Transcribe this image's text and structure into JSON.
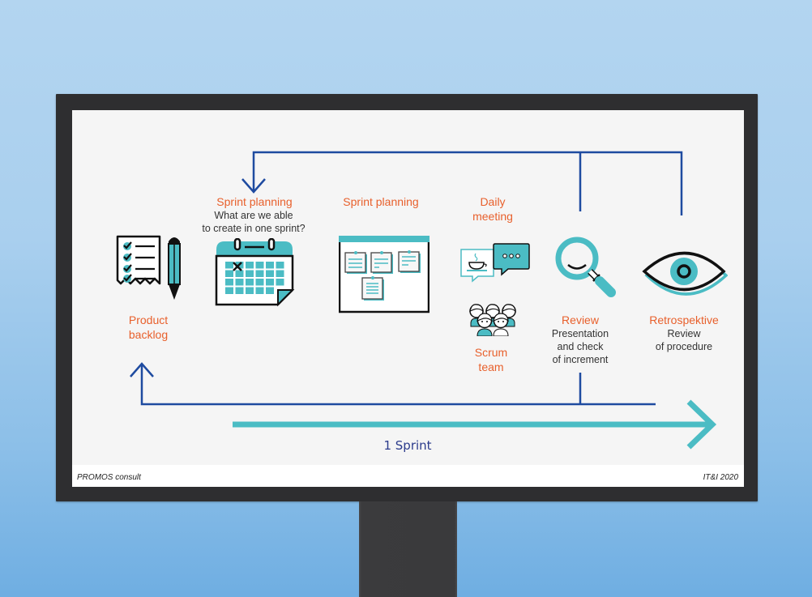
{
  "colors": {
    "orange": "#e8602c",
    "teal": "#4bbcc4",
    "navy": "#1e4ba0",
    "sprint_text": "#2b3b8c",
    "dark_text": "#333333"
  },
  "slide": {
    "steps": [
      {
        "id": "product-backlog",
        "title_lines": [
          "Product",
          "backlog"
        ],
        "icon": "checklist-pencil-icon"
      },
      {
        "id": "sprint-planning-1",
        "title": "Sprint planning",
        "subtitle_lines": [
          "What are we able",
          "to create in one sprint?"
        ],
        "icon": "calendar-icon"
      },
      {
        "id": "sprint-planning-2",
        "title": "Sprint planning",
        "icon": "task-board-icon"
      },
      {
        "id": "daily-meeting",
        "title_lines": [
          "Daily",
          "meeting"
        ],
        "icon": "coffee-chat-icon"
      },
      {
        "id": "scrum-team",
        "title_lines": [
          "Scrum",
          "team"
        ],
        "icon": "team-icon"
      },
      {
        "id": "review",
        "title": "Review",
        "subtitle_lines": [
          "Presentation",
          "and check",
          "of increment"
        ],
        "icon": "magnifier-icon"
      },
      {
        "id": "retrospektive",
        "title": "Retrospektive",
        "subtitle_lines": [
          "Review",
          "of procedure"
        ],
        "icon": "eye-icon"
      }
    ],
    "sprint_label": "1 Sprint",
    "footer": {
      "left": "PROMOS consult",
      "right": "IT&I 2020"
    }
  }
}
